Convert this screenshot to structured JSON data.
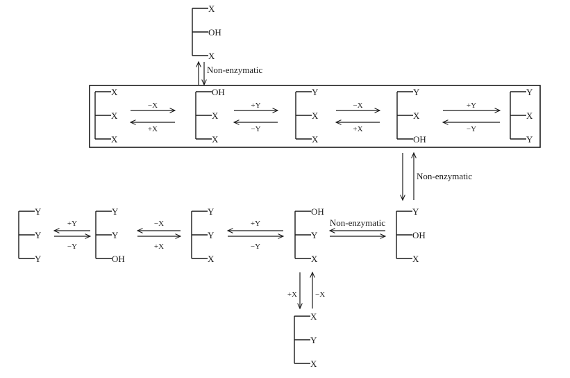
{
  "diagram": {
    "type": "reaction-network",
    "box_row": {
      "structures": [
        {
          "id": "s_xxx",
          "substituents": [
            "X",
            "X",
            "X"
          ]
        },
        {
          "id": "s_ohxx",
          "substituents": [
            "OH",
            "X",
            "X"
          ]
        },
        {
          "id": "s_yxx",
          "substituents": [
            "Y",
            "X",
            "X"
          ]
        },
        {
          "id": "s_yxoh",
          "substituents": [
            "Y",
            "X",
            "OH"
          ]
        },
        {
          "id": "s_yxy",
          "substituents": [
            "Y",
            "X",
            "Y"
          ]
        }
      ],
      "arrows": [
        {
          "forward": "−X",
          "reverse": "+X"
        },
        {
          "forward": "+Y",
          "reverse": "−Y"
        },
        {
          "forward": "−X",
          "reverse": "+X"
        },
        {
          "forward": "+Y",
          "reverse": "−Y"
        }
      ]
    },
    "top": {
      "structure": {
        "id": "s_xohx",
        "substituents": [
          "X",
          "OH",
          "X"
        ]
      },
      "arrow_label": "Non-enzymatic"
    },
    "right_vertical": {
      "arrow_label": "Non-enzymatic",
      "structure": {
        "id": "s_yohx",
        "substituents": [
          "Y",
          "OH",
          "X"
        ]
      }
    },
    "bottom_row": {
      "structures": [
        {
          "id": "s_yyy",
          "substituents": [
            "Y",
            "Y",
            "Y"
          ]
        },
        {
          "id": "s_yyoh",
          "substituents": [
            "Y",
            "Y",
            "OH"
          ]
        },
        {
          "id": "s_yyx",
          "substituents": [
            "Y",
            "Y",
            "X"
          ]
        },
        {
          "id": "s_ohyx",
          "substituents": [
            "OH",
            "Y",
            "X"
          ]
        }
      ],
      "arrows": [
        {
          "top": "+Y",
          "bottom": "−Y"
        },
        {
          "top": "−X",
          "bottom": "+X"
        },
        {
          "top": "+Y",
          "bottom": "−Y"
        },
        {
          "top": "Non-enzymatic",
          "bottom": ""
        }
      ]
    },
    "bottom_vertical": {
      "down_label": "+X",
      "up_label": "−X",
      "structure": {
        "id": "s_xyx",
        "substituents": [
          "X",
          "Y",
          "X"
        ]
      }
    }
  }
}
